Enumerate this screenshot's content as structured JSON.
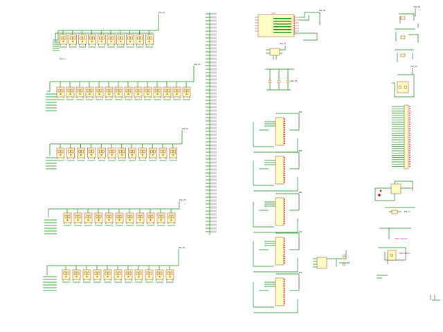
{
  "title": "",
  "colors": {
    "wire": "#0a8a0a",
    "symbol_fill": "#ffffc4",
    "symbol_outline": "#8b0000",
    "label_text": "#222222",
    "ref_text": "#006060",
    "pin_red": "#c00000",
    "annotation_magenta": "#c000c0",
    "background": "#ffffff"
  },
  "icons": [
    "led-matrix-cell-icon",
    "shift-register-ic-icon",
    "microcontroller-ic-icon",
    "transistor-icon",
    "connector-icon",
    "power-symbol-icon"
  ],
  "led_banks": [
    {
      "id": "bank-1",
      "cells": 10,
      "rows": 1
    },
    {
      "id": "bank-2",
      "cells": 14,
      "rows": 1
    },
    {
      "id": "bank-3",
      "cells": 12,
      "rows": 1
    },
    {
      "id": "bank-4",
      "cells": 11,
      "rows": 1
    },
    {
      "id": "bank-5",
      "cells": 11,
      "rows": 1
    }
  ],
  "shift_registers": 5,
  "bus_column": {
    "labels": 64
  }
}
